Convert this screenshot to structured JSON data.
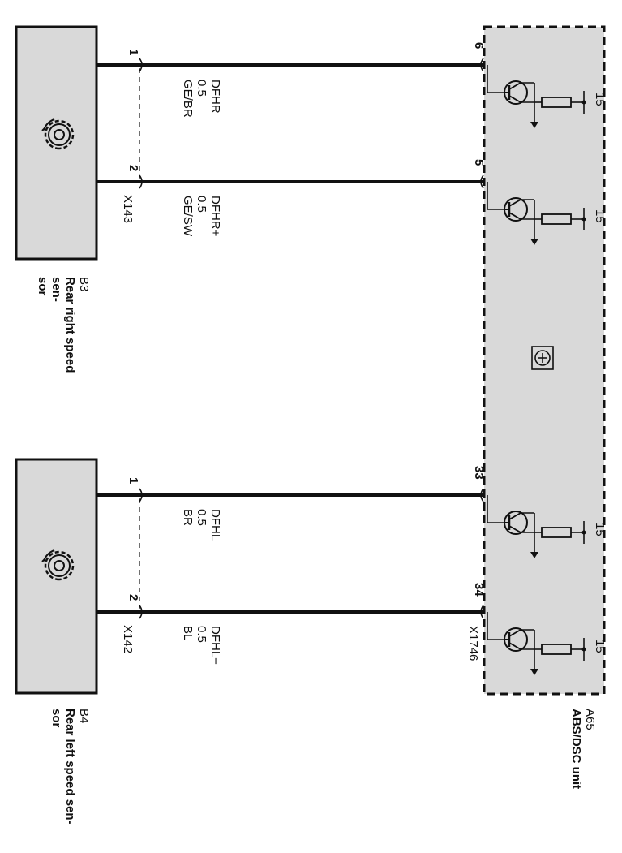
{
  "sensors": [
    {
      "id": "B3",
      "name_line1": "Rear right speed",
      "name_line2": "sen-",
      "name_line3": "sor",
      "connector": "X143",
      "pins": [
        "1",
        "2"
      ]
    },
    {
      "id": "B4",
      "name_line1": "Rear left speed sen-",
      "name_line2": "sor",
      "connector": "X142",
      "pins": [
        "1",
        "2"
      ]
    }
  ],
  "wires": [
    {
      "signal": "DFHR",
      "gauge": "0.5",
      "color": "GE/BR",
      "ecu_pin": "6"
    },
    {
      "signal": "DFHR+",
      "gauge": "0.5",
      "color": "GE/SW",
      "ecu_pin": "5"
    },
    {
      "signal": "DFHL",
      "gauge": "0.5",
      "color": "BR",
      "ecu_pin": "33"
    },
    {
      "signal": "DFHL+",
      "gauge": "0.5",
      "color": "BL",
      "ecu_pin": "34"
    }
  ],
  "module": {
    "id": "A65",
    "name": "ABS/DSC unit",
    "connector": "X1746",
    "supply_label": "15"
  },
  "colors": {
    "box_fill": "#d9d9d9",
    "line": "#111111"
  }
}
